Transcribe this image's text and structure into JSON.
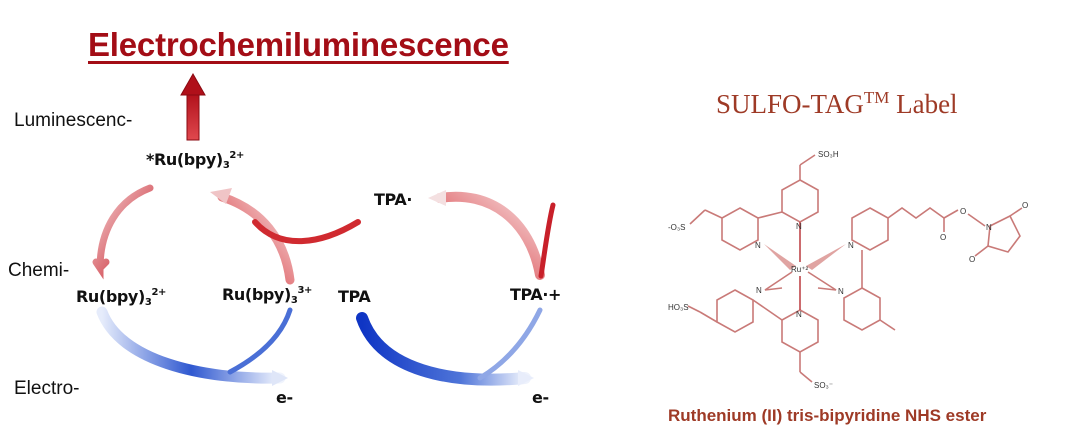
{
  "title": "Electrochemiluminescence",
  "side_labels": {
    "luminescence": "Luminescenc-",
    "chemi": "Chemi-",
    "electro": "Electro-"
  },
  "species": {
    "excited_ru": {
      "prefix": "*Ru(bpy)",
      "sub": "3",
      "sup": "2+"
    },
    "ru2": {
      "prefix": "Ru(bpy)",
      "sub": "3",
      "sup": "2+"
    },
    "ru3": {
      "prefix": "Ru(bpy)",
      "sub": "3",
      "sup": "3+"
    },
    "tpa": "TPA",
    "tpa_radical": "TPA·",
    "tpa_radical_cation": "TPA·+",
    "electron_left": "e-",
    "electron_right": "e-"
  },
  "sulfo_tag": {
    "label_main": "SULFO-TAG",
    "label_tm": "TM",
    "label_suffix": " Label",
    "caption": "Ruthenium (II) tris-bipyridine NHS ester",
    "atoms": {
      "so3h": "SO₃H",
      "o3s_left": "-O₃S",
      "ho3s": "HO₃S",
      "so3_minus": "SO₃⁻",
      "ru": "Ru⁺²",
      "n": "N",
      "o": "O"
    }
  },
  "colors": {
    "title": "#a30d16",
    "red_arrow": "#c8202a",
    "blue_arrow": "#1f45c8",
    "structure": "#c97a78",
    "sulfo_text": "#9e3a26"
  }
}
